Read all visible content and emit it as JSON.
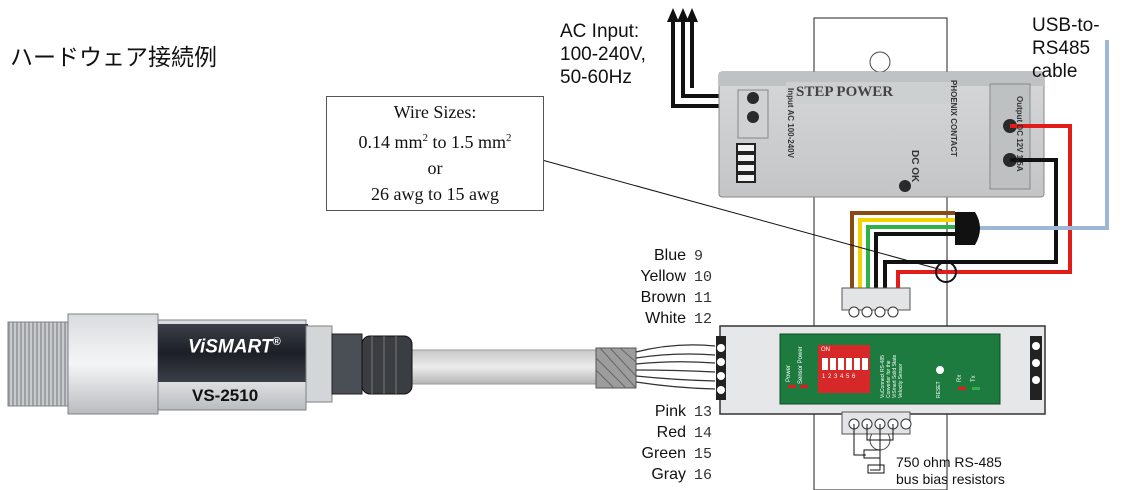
{
  "title": "ハードウェア接続例",
  "ac_input": {
    "line1": "AC Input:",
    "line2": "100-240V,",
    "line3": "50-60Hz"
  },
  "usb": {
    "line1": "USB-to-",
    "line2": "RS485",
    "line3": "cable"
  },
  "wire_sizes": {
    "heading": "Wire Sizes:",
    "metric_a": "0.14 mm",
    "metric_b": " to 1.5 mm",
    "sq": "2",
    "or": "or",
    "awg": "26 awg to 15 awg"
  },
  "power_supply": {
    "brand": "STEP POWER",
    "vendor": "PHOENIX CONTACT",
    "input_label": "Input AC 100-240V",
    "output_label": "Output DC 12V 1.5A",
    "dc_ok": "DC OK"
  },
  "sensor": {
    "brand": "ViSMART",
    "model": "VS-2510"
  },
  "cable_colors_top": [
    {
      "name": "Blue",
      "num": "9"
    },
    {
      "name": "Yellow",
      "num": "10"
    },
    {
      "name": "Brown",
      "num": "11"
    },
    {
      "name": "White",
      "num": "12"
    }
  ],
  "cable_colors_bottom": [
    {
      "name": "Pink",
      "num": "13"
    },
    {
      "name": "Red",
      "num": "14"
    },
    {
      "name": "Green",
      "num": "15"
    },
    {
      "name": "Gray",
      "num": "16"
    }
  ],
  "converter": {
    "power": "Power",
    "sensor_power": "Sensor Power",
    "on": "ON",
    "dip": "1 2 3 4 5 6",
    "desc": "VuConnect RS-485 Converter for the ViSmart Solid State Velocity Sensor",
    "reset": "RESET",
    "rx": "Rx",
    "tx": "Tx"
  },
  "resistor_note": {
    "line1": "750 ohm RS-485",
    "line2": "bus bias resistors"
  },
  "colors": {
    "wire_red": "#e21b1b",
    "wire_black": "#111111",
    "wire_yellow": "#f2d200",
    "wire_green": "#2bb34a",
    "wire_brown": "#8a4b12",
    "wire_white": "#ffffff",
    "usb_cable": "#9fb7d6",
    "pcb_green": "#1e7b3f"
  }
}
